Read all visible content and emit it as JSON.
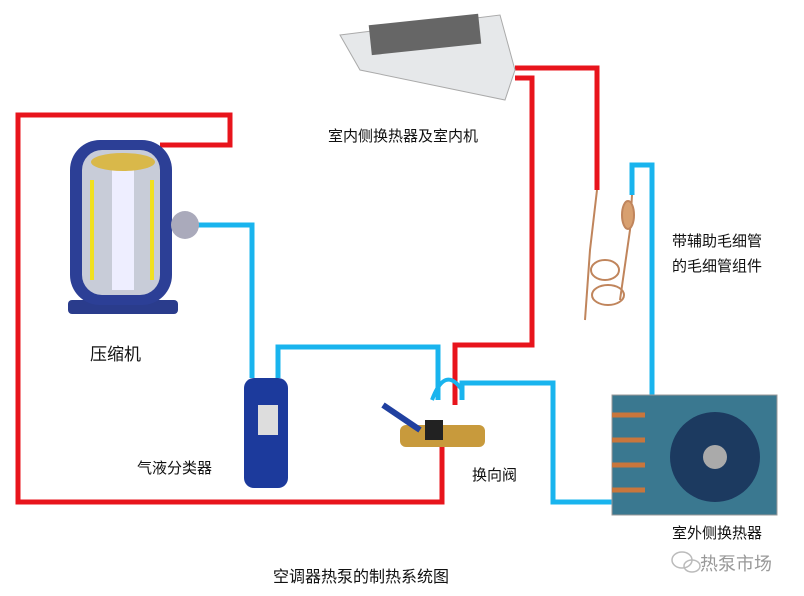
{
  "labels": {
    "indoor": "室内侧换热器及室内机",
    "capillary_line1": "带辅助毛细管",
    "capillary_line2": "的毛细管组件",
    "compressor": "压缩机",
    "accumulator": "气液分类器",
    "reversing_valve": "换向阀",
    "outdoor": "室外侧换热器",
    "title": "空调器热泵的制热系统图"
  },
  "watermark": "热泵市场",
  "colors": {
    "hot_pipe": "#e8141c",
    "cold_pipe": "#19b4ee"
  }
}
